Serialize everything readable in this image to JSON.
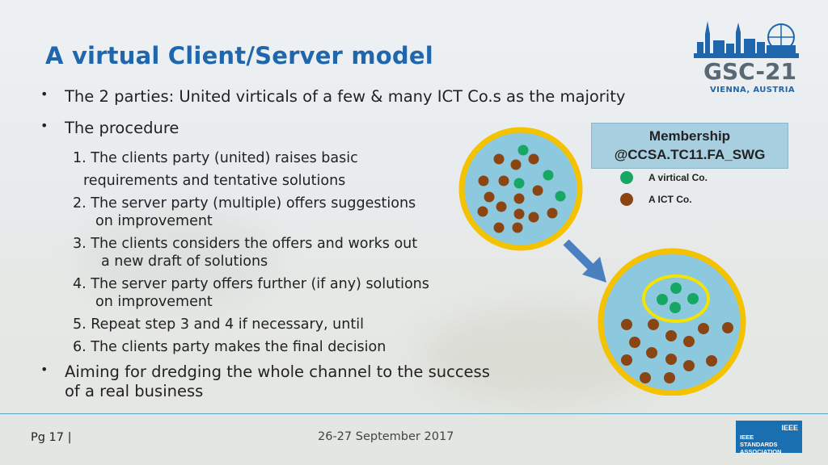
{
  "slide": {
    "title": "A virtual Client/Server model",
    "bullets": [
      "The 2 parties: United virticals of a few & many ICT Co.s as the majority",
      "The procedure"
    ],
    "steps": [
      "1. The clients party (united) raises basic",
      "requirements and tentative solutions",
      "2. The server party (multiple)  offers suggestions",
      "on improvement",
      "3. The clients considers the offers and works out",
      "a new draft of solutions",
      "4. The server party offers further (if any) solutions",
      "on improvement",
      "5. Repeat step 3 and 4 if necessary, until",
      "6. The clients party makes the final decision"
    ],
    "final_bullet": [
      "Aiming for dredging the whole channel to the success",
      "of a real business"
    ]
  },
  "logo": {
    "name": "GSC-21",
    "location": "VIENNA, AUSTRIA"
  },
  "legend": {
    "title_line1": "Membership",
    "title_line2": "@CCSA.TC11.FA_SWG",
    "items": [
      {
        "label": "A virtical Co.",
        "color": "#16a862"
      },
      {
        "label": "A ICT Co.",
        "color": "#8b4513"
      }
    ]
  },
  "colors": {
    "title": "#1f66ad",
    "circle_fill": "#8cc8de",
    "circle_ring": "#f5c200",
    "green": "#16a862",
    "brown": "#8b4513",
    "arrow": "#4a7fc0"
  },
  "footer": {
    "page": "Pg  17 |",
    "date": "26-27 September 2017",
    "ieee_brand": "IEEE",
    "ieee_text": "IEEE STANDARDS ASSOCIATION"
  }
}
